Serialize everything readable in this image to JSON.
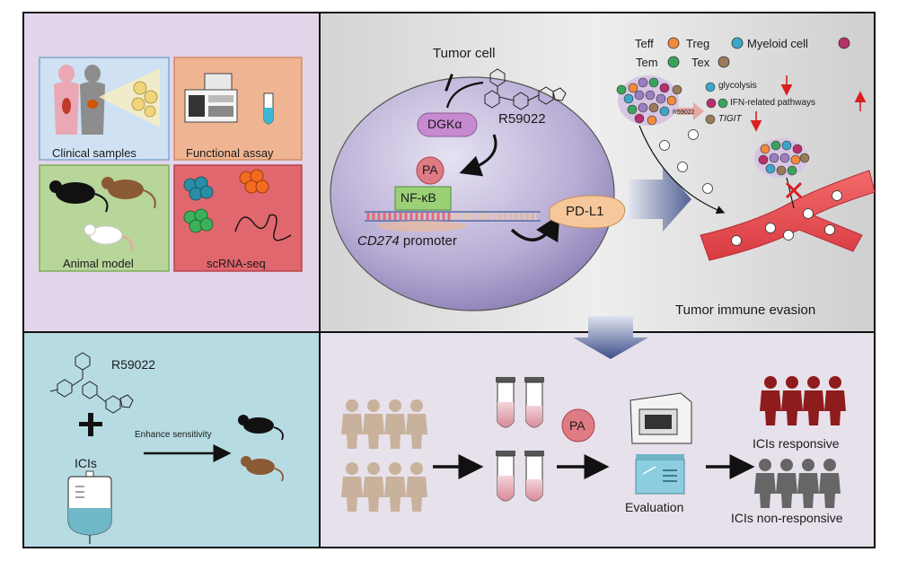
{
  "samples": {
    "clinical": "Clinical samples",
    "functional": "Functional assay",
    "animal": "Animal model",
    "scrna": "scRNA-seq"
  },
  "mechanism": {
    "tumor_cell": "Tumor cell",
    "dgka": "DGKα",
    "r59022": "R59022",
    "pa": "PA",
    "nfkb": "NF-κB",
    "pdl1": "PD-L1",
    "promoter_gene": "CD274",
    "promoter_word": "promoter"
  },
  "legend": {
    "teff": "Teff",
    "treg": "Treg",
    "myeloid": "Myeloid cell",
    "tem": "Tem",
    "tex": "Tex",
    "glycolysis": "glycolysis",
    "ifn": "IFN-related pathways",
    "tigit": "TIGIT",
    "drug_small": "R59022",
    "evasion": "Tumor immune evasion"
  },
  "therapy": {
    "drug": "R59022",
    "plus": "+",
    "enhance": "Enhance sensitivity",
    "icis": "ICIs"
  },
  "workflow": {
    "pa": "PA",
    "evaluation": "Evaluation",
    "responsive": "ICIs responsive",
    "nonresponsive": "ICIs non-responsive"
  },
  "colors": {
    "teff": "#f08a3c",
    "treg": "#3aa6c8",
    "myeloid": "#b7306b",
    "tem": "#3aa55a",
    "tex": "#9a7a58",
    "responsive": "#8e1c1c",
    "nonresponsive": "#666666",
    "people": "#c9b29b"
  }
}
